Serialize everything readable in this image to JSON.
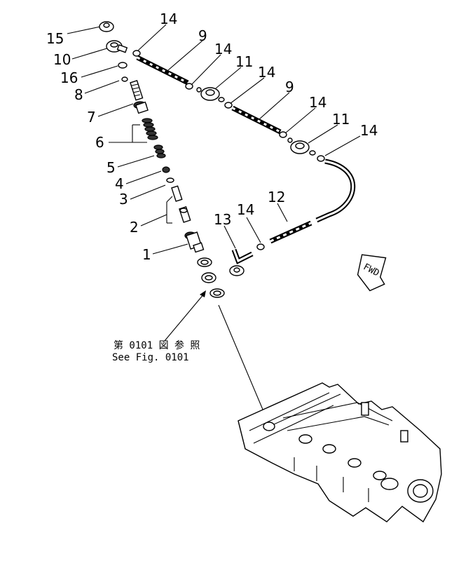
{
  "callouts": [
    {
      "id": "c15",
      "text": "15"
    },
    {
      "id": "c10",
      "text": "10"
    },
    {
      "id": "c16",
      "text": "16"
    },
    {
      "id": "c8",
      "text": "8"
    },
    {
      "id": "c7",
      "text": "7"
    },
    {
      "id": "c6",
      "text": "6"
    },
    {
      "id": "c5",
      "text": "5"
    },
    {
      "id": "c4",
      "text": "4"
    },
    {
      "id": "c3",
      "text": "3"
    },
    {
      "id": "c2",
      "text": "2"
    },
    {
      "id": "c1",
      "text": "1"
    },
    {
      "id": "c14a",
      "text": "14"
    },
    {
      "id": "c9a",
      "text": "9"
    },
    {
      "id": "c14b",
      "text": "14"
    },
    {
      "id": "c11a",
      "text": "11"
    },
    {
      "id": "c14c",
      "text": "14"
    },
    {
      "id": "c9b",
      "text": "9"
    },
    {
      "id": "c14d",
      "text": "14"
    },
    {
      "id": "c11b",
      "text": "11"
    },
    {
      "id": "c14e",
      "text": "14"
    },
    {
      "id": "c12",
      "text": "12"
    },
    {
      "id": "c13",
      "text": "13"
    },
    {
      "id": "c14f",
      "text": "14"
    }
  ],
  "reference": {
    "japanese": "第 0101 図 参 照",
    "english": "See Fig. 0101"
  },
  "direction_marker": "FWD"
}
